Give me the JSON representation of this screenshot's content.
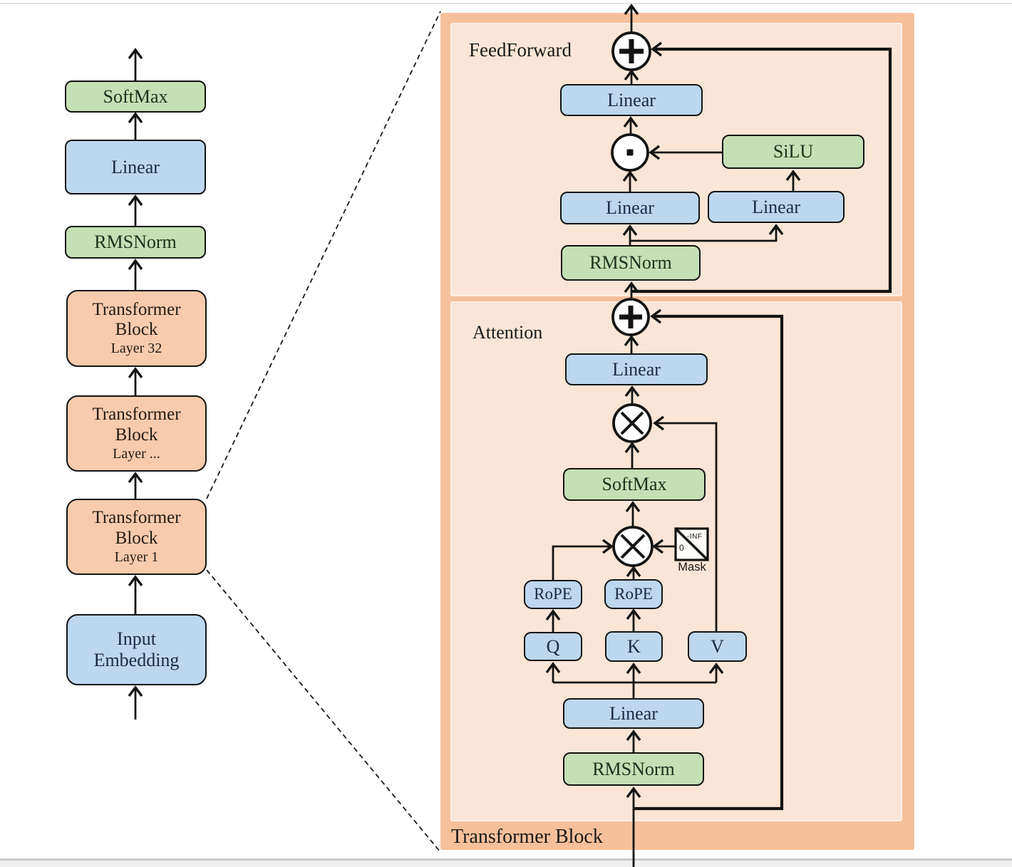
{
  "left_column": {
    "softmax": "SoftMax",
    "linear": "Linear",
    "rmsnorm": "RMSNorm",
    "block_32": {
      "line1": "Transformer",
      "line2": "Block",
      "layer": "Layer 32"
    },
    "block_mid": {
      "line1": "Transformer",
      "line2": "Block",
      "layer": "Layer ..."
    },
    "block_1": {
      "line1": "Transformer",
      "line2": "Block",
      "layer": "Layer 1"
    },
    "input_embedding": {
      "line1": "Input",
      "line2": "Embedding"
    }
  },
  "panel": {
    "title": "Transformer Block",
    "feedforward": {
      "label": "FeedForward",
      "linear_out": "Linear",
      "silu": "SiLU",
      "linear_gate": "Linear",
      "linear_up": "Linear",
      "rmsnorm": "RMSNorm"
    },
    "attention": {
      "label": "Attention",
      "linear_out": "Linear",
      "softmax": "SoftMax",
      "rope_q": "RoPE",
      "rope_k": "RoPE",
      "q": "Q",
      "k": "K",
      "v": "V",
      "mask": {
        "label": "Mask",
        "zero": "0",
        "neg_inf": "-INF"
      },
      "linear_qkv": "Linear",
      "rmsnorm": "RMSNorm"
    }
  },
  "colors": {
    "box_blue": "#bdd7ee",
    "box_green": "#c5e0b4",
    "block_orange": "#f8cbad",
    "panel_outer": "#f5c09a",
    "panel_inner": "#fbe5d6",
    "line": "#141414"
  }
}
